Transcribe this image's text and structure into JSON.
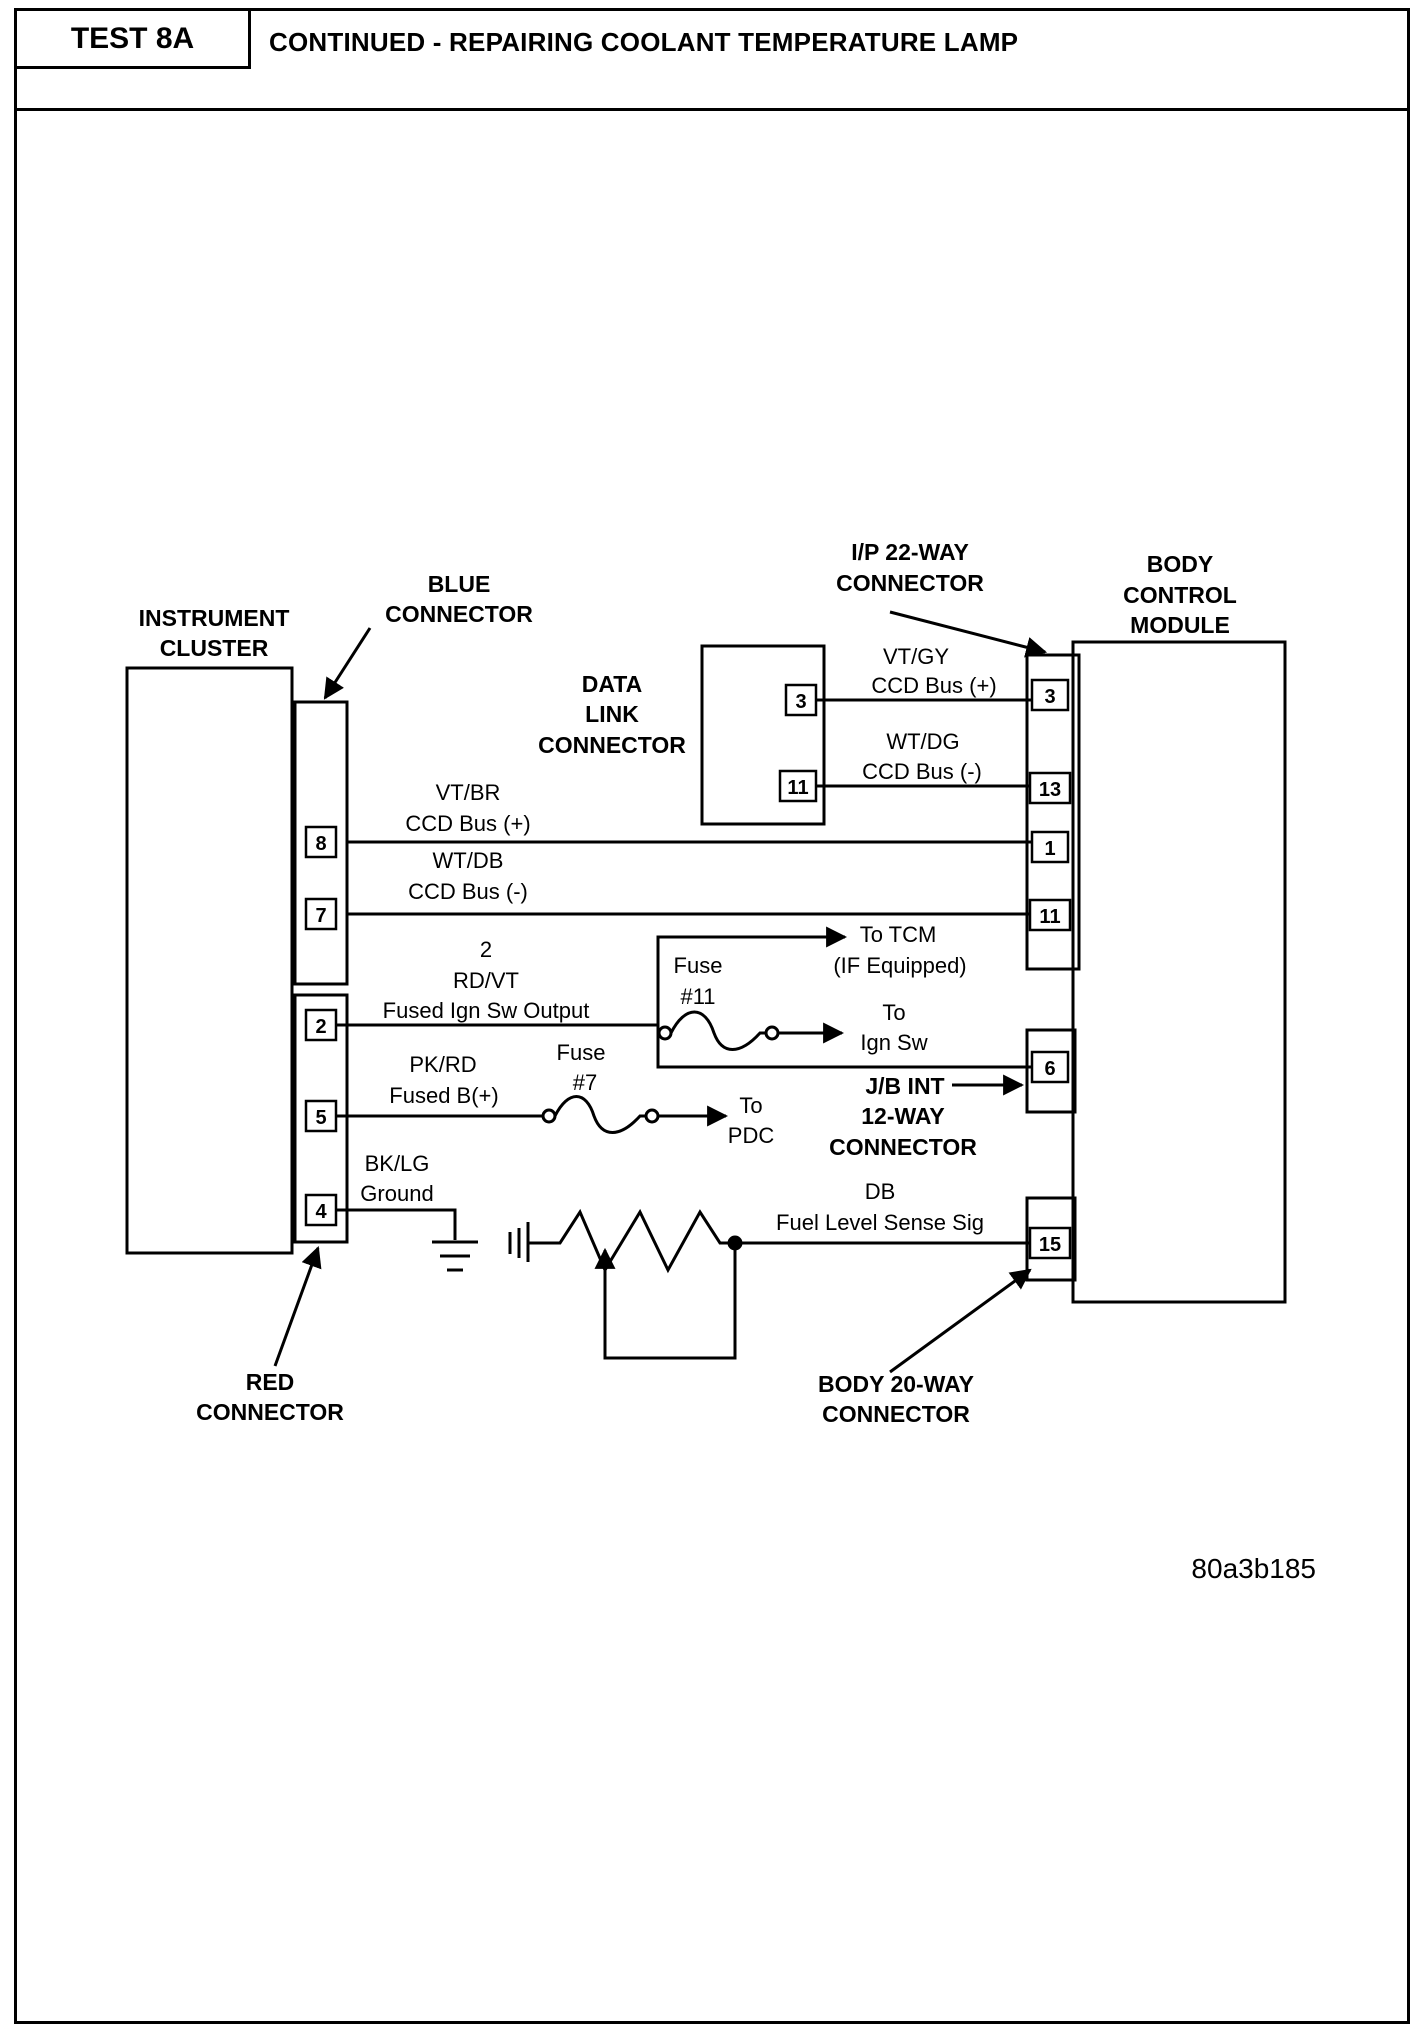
{
  "header": {
    "test_id": "TEST 8A",
    "title": "CONTINUED - REPAIRING COOLANT TEMPERATURE LAMP"
  },
  "diagram": {
    "figure_id": "80a3b185",
    "components": {
      "instrument_cluster": [
        "INSTRUMENT",
        "CLUSTER"
      ],
      "body_control_module": [
        "BODY",
        "CONTROL",
        "MODULE"
      ],
      "data_link_connector": [
        "DATA",
        "LINK",
        "CONNECTOR"
      ]
    },
    "connector_labels": {
      "blue": [
        "BLUE",
        "CONNECTOR"
      ],
      "red": [
        "RED",
        "CONNECTOR"
      ],
      "ip22": [
        "I/P 22-WAY",
        "CONNECTOR"
      ],
      "jb": [
        "J/B INT",
        "12-WAY",
        "CONNECTOR"
      ],
      "body20": [
        "BODY 20-WAY",
        "CONNECTOR"
      ]
    },
    "pins": {
      "cluster_8": "8",
      "cluster_7": "7",
      "cluster_2": "2",
      "cluster_5": "5",
      "cluster_4": "4",
      "dlc_3": "3",
      "dlc_11": "11",
      "bcm_3": "3",
      "bcm_13": "13",
      "bcm_1": "1",
      "bcm_11": "11",
      "bcm_6": "6",
      "bcm_15": "15"
    },
    "wires": {
      "vt_gy": [
        "VT/GY",
        "CCD Bus (+)"
      ],
      "wt_dg": [
        "WT/DG",
        "CCD Bus (-)"
      ],
      "vt_br": [
        "VT/BR",
        "CCD Bus (+)"
      ],
      "wt_db": [
        "WT/DB",
        "CCD Bus (-)"
      ],
      "rd_vt": [
        "2",
        "RD/VT",
        "Fused Ign Sw Output"
      ],
      "pk_rd": [
        "PK/RD",
        "Fused B(+)"
      ],
      "bk_lg": [
        "BK/LG",
        "Ground"
      ],
      "db": [
        "DB",
        "Fuel Level Sense Sig"
      ]
    },
    "fuses": {
      "fuse11": [
        "Fuse",
        "#11"
      ],
      "fuse7": [
        "Fuse",
        "#7"
      ]
    },
    "destinations": {
      "tcm": [
        "To TCM",
        "(IF Equipped)"
      ],
      "ign": [
        "To",
        "Ign Sw"
      ],
      "pdc": [
        "To",
        "PDC"
      ]
    }
  }
}
